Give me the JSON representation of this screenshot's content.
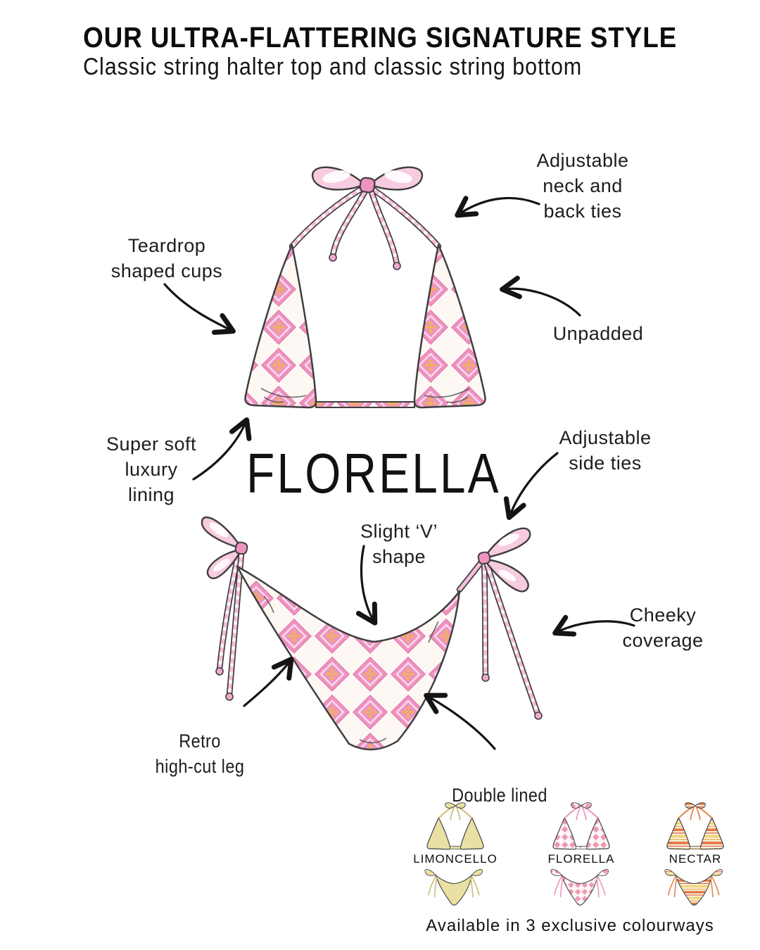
{
  "header": {
    "title": "OUR ULTRA-FLATTERING SIGNATURE STYLE",
    "subtitle": "Classic string halter top and classic string bottom"
  },
  "product_title": "FLORELLA",
  "annotations": {
    "neck_ties": "Adjustable\nneck and\nback ties",
    "teardrop": "Teardrop\nshaped cups",
    "unpadded": "Unpadded",
    "lining": "Super soft\nluxury\nlining",
    "side_ties": "Adjustable\nside ties",
    "v_shape": "Slight ‘V’\nshape",
    "cheeky": "Cheeky\ncoverage",
    "retro": "Retro\nhigh-cut leg",
    "double_lined": "Double lined"
  },
  "colorways": [
    {
      "name": "LIMONCELLO",
      "color": "#e9e0a3"
    },
    {
      "name": "FLORELLA",
      "color": "#ee93c1"
    },
    {
      "name": "NECTAR",
      "color": "#e3793f"
    }
  ],
  "footer": "Available in 3 exclusive colourways",
  "colors": {
    "ink": "#141414",
    "pattern_pink": "#ee93c1",
    "pattern_pink_edge": "#e47fb1",
    "pattern_flower": "#f1ae62",
    "pattern_bg": "#fdf8f3",
    "limoncello_yellow": "#e9e0a3",
    "nectar_orange": "#e3793f",
    "nectar_yellow": "#f0d478"
  }
}
